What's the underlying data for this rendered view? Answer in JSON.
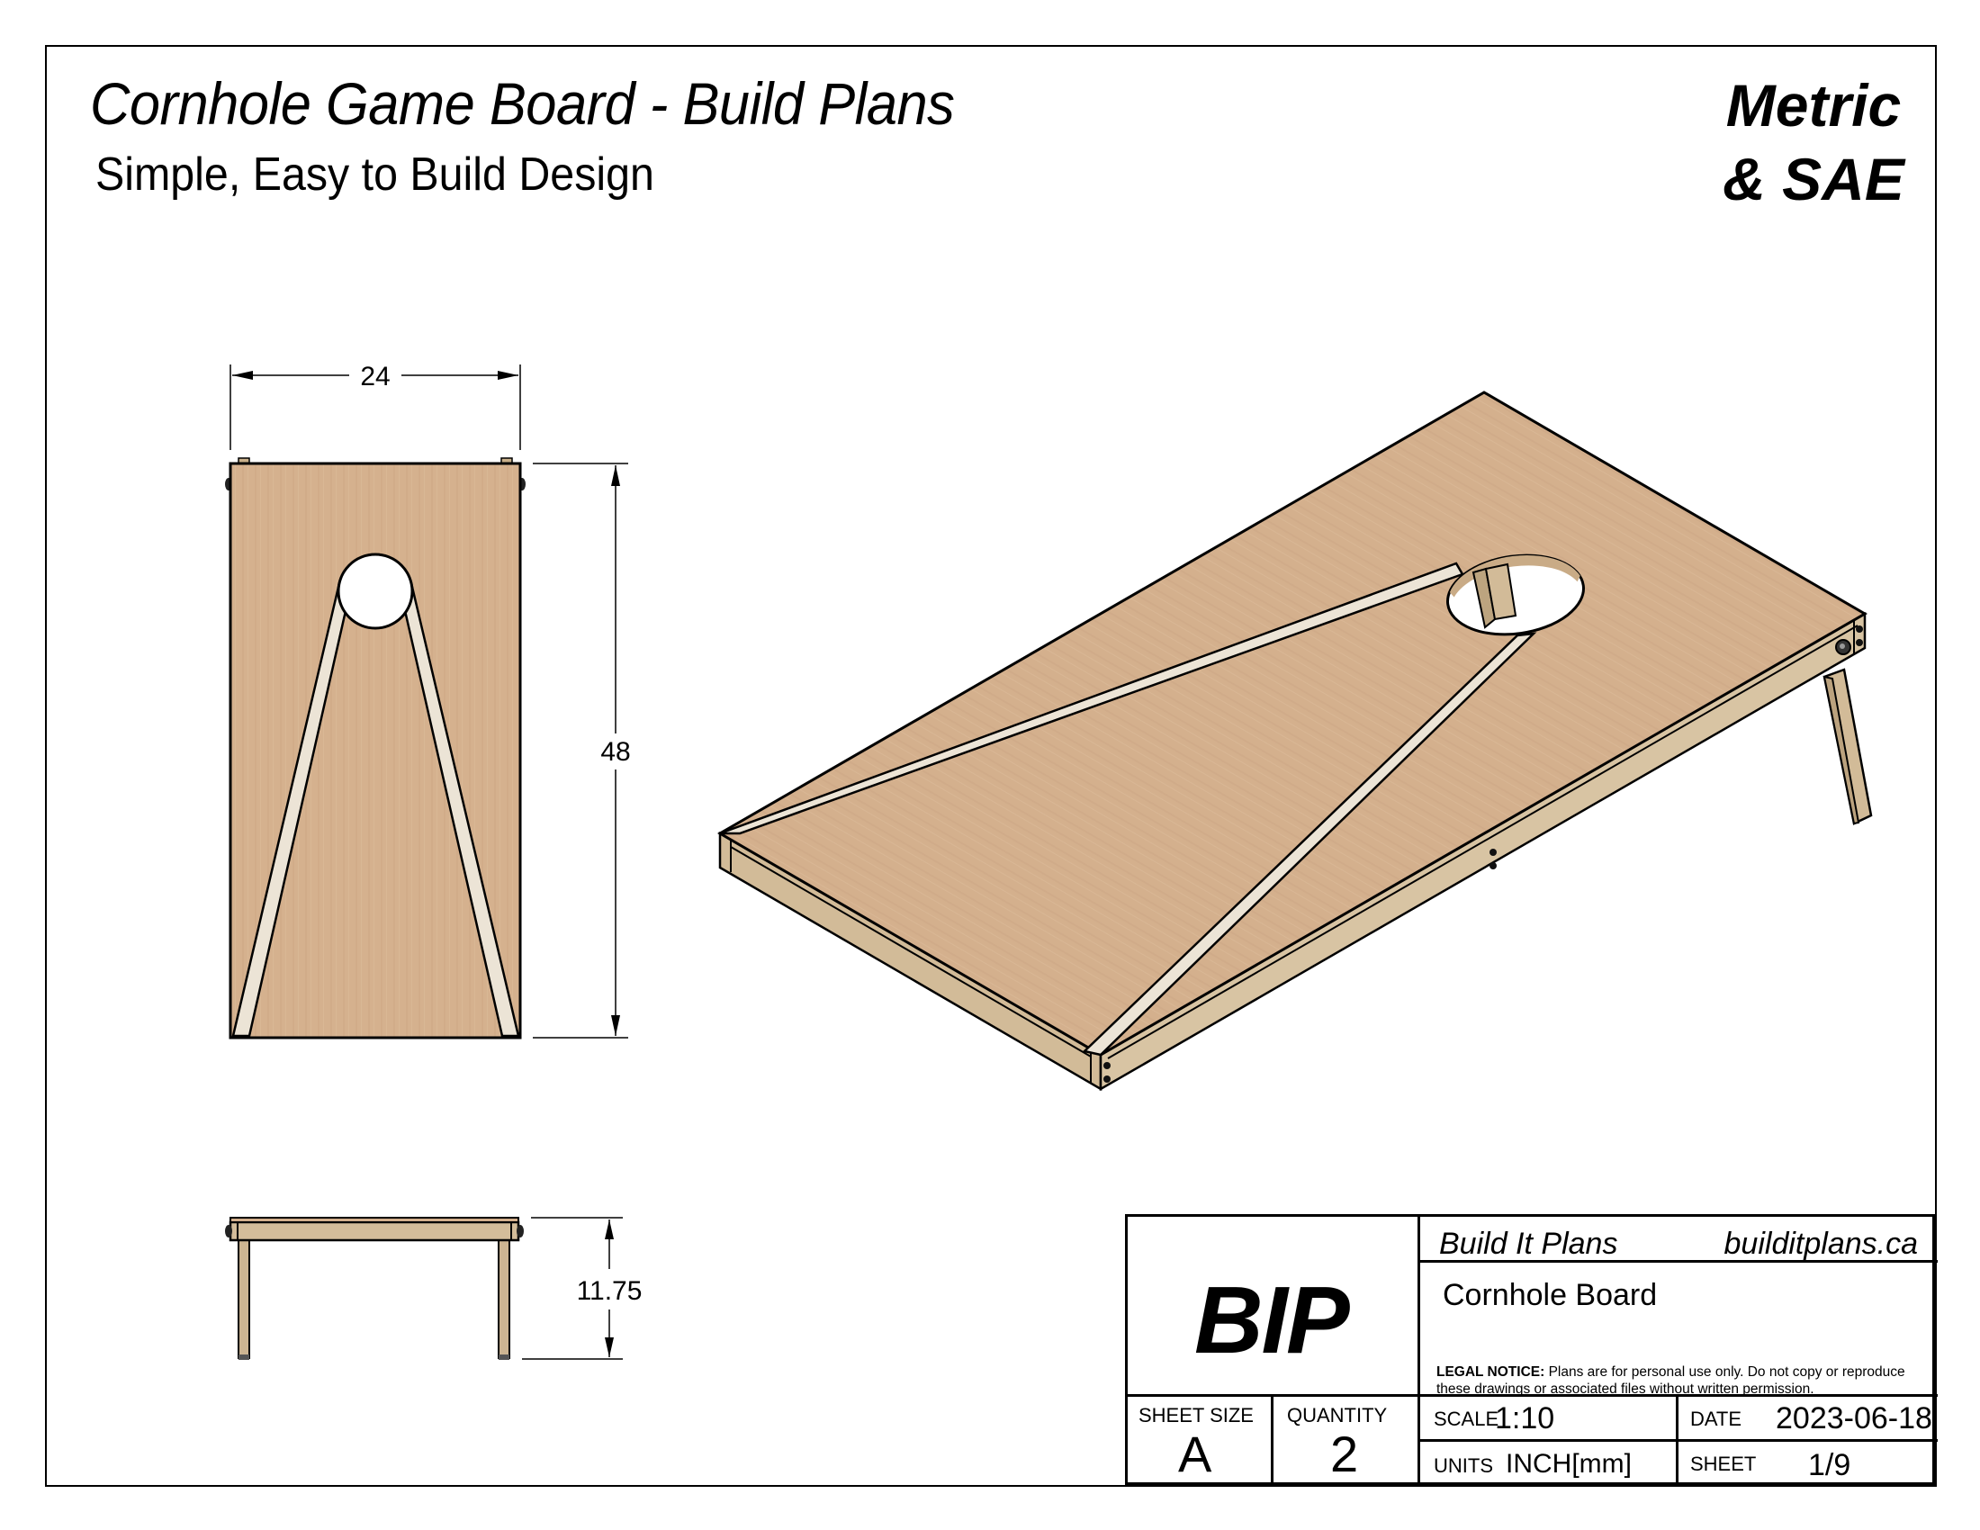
{
  "header": {
    "title": "Cornhole Game Board - Build Plans",
    "subtitle": "Simple, Easy to Build Design",
    "units_badge": [
      "Metric",
      "& SAE"
    ]
  },
  "top_view": {
    "width_dimension": "24",
    "length_dimension": "48"
  },
  "side_view": {
    "height_dimension": "11.75"
  },
  "colors": {
    "wood": "#d4b08c",
    "wood_dark": "#c9a57f",
    "frame": "#d2bb98",
    "stripe": "#ece4d6",
    "line": "#000000"
  },
  "title_block": {
    "logo": "BIP",
    "company": "Build It Plans",
    "website": "builditplans.ca",
    "part_name": "Cornhole Board",
    "legal_label": "LEGAL NOTICE:",
    "legal_text": " Plans are for personal use only. Do not copy or reproduce these drawings or associated files without written permission.",
    "sheet_size_label": "SHEET SIZE",
    "sheet_size": "A",
    "quantity_label": "QUANTITY",
    "quantity": "2",
    "scale_label": "SCALE",
    "scale": "1:10",
    "date_label": "DATE",
    "date": "2023-06-18",
    "units_label": "UNITS",
    "units": "INCH[mm]",
    "sheet_label": "SHEET",
    "sheet": "1/9"
  }
}
